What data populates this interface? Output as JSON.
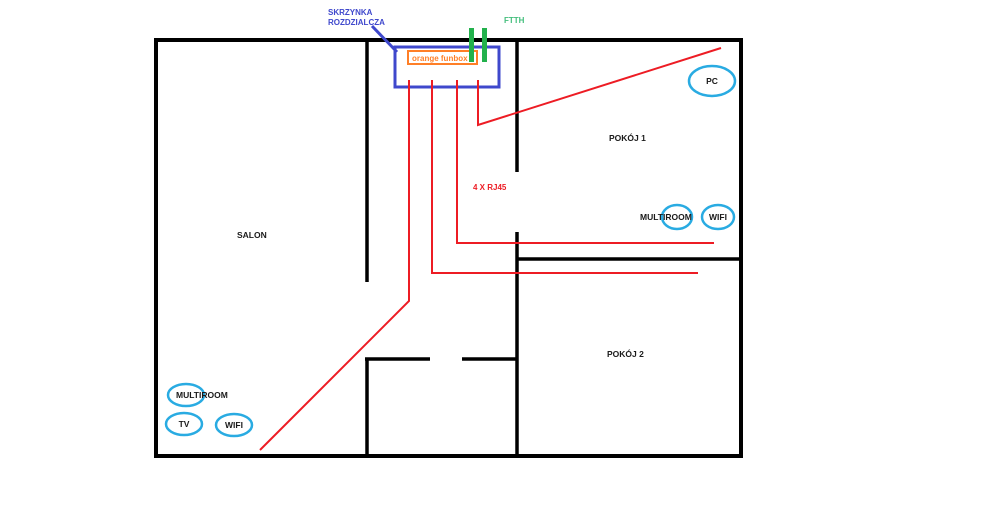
{
  "diagram_type": "home-network-floor-plan",
  "colors": {
    "background": "#ffffff",
    "wall": "#000000",
    "cable_red": "#ed1c24",
    "fiber_green": "#22b14c",
    "ftth_label_green": "#43be7c",
    "annotation_blue": "#3f48cc",
    "funbox_orange": "#ff7f27",
    "device_ellipse_blue": "#29abe2",
    "label_black": "#1a1a1a"
  },
  "annotations": {
    "skrzynka_line1": "SKRZYNKA",
    "skrzynka_line2": "ROZDZIALCZA",
    "ftth": "FTTH",
    "funbox": "orange funbox",
    "rj45_count": "4 X RJ45"
  },
  "rooms": [
    {
      "name": "SALON"
    },
    {
      "name": "POKÓJ 1"
    },
    {
      "name": "POKÓJ 2"
    }
  ],
  "devices": [
    {
      "room": "POKÓJ 1",
      "label": "PC"
    },
    {
      "room": "POKÓJ 1",
      "label": "MULTIROOM"
    },
    {
      "room": "POKÓJ 1",
      "label": "WIFI"
    },
    {
      "room": "SALON",
      "label": "MULTIROOM"
    },
    {
      "room": "SALON",
      "label": "TV"
    },
    {
      "room": "SALON",
      "label": "WIFI"
    }
  ]
}
